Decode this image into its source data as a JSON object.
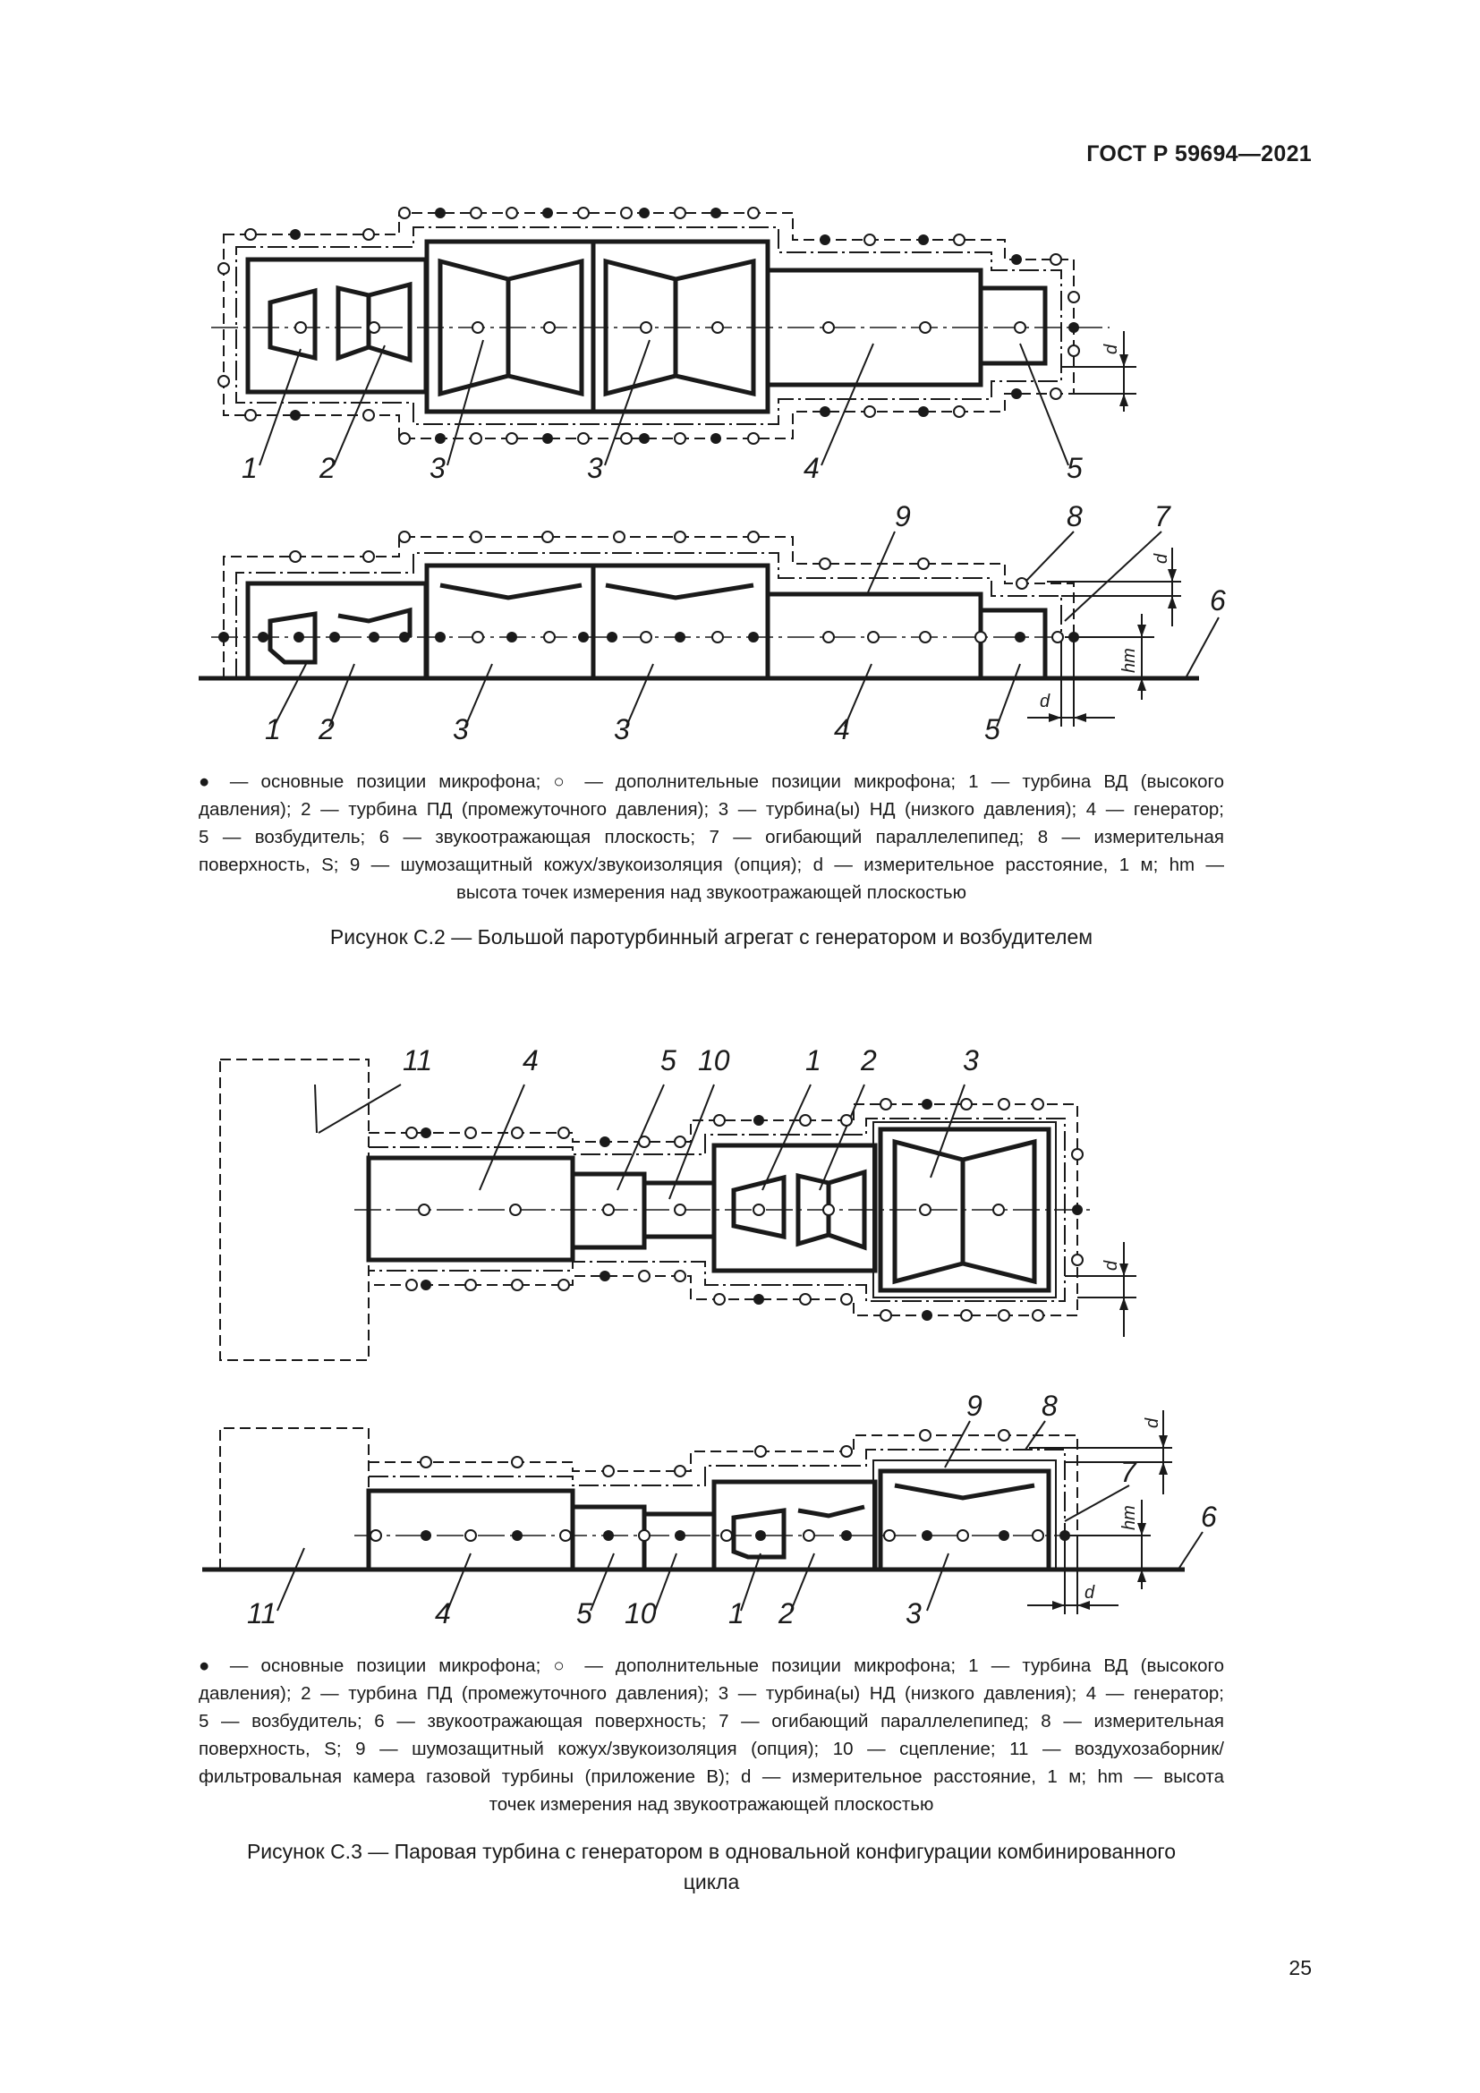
{
  "header": {
    "doc_code": "ГОСТ Р 59694—2021"
  },
  "figure_c2": {
    "top_labels": [
      "1",
      "2",
      "3",
      "3",
      "4",
      "5"
    ],
    "side_labels": [
      "1",
      "2",
      "3",
      "3",
      "4",
      "5",
      "9",
      "8",
      "7",
      "6"
    ],
    "dim_d": "d",
    "dim_hm": "hm",
    "legend_lines": [
      "● — основные позиции микрофона; ○ — дополнительные позиции микрофона; 1 — турбина ВД (высокого",
      "давления); 2 — турбина ПД (промежуточного давления); 3 — турбина(ы) НД (низкого давления); 4 — генератор;",
      "5 — возбудитель; 6 — звукоотражающая плоскость; 7 — огибающий параллелепипед; 8 — измерительная",
      "поверхность, S; 9 — шумозащитный кожух/звукоизоляция (опция); d — измерительное расстояние, 1 м; hm —",
      "высота точек измерения над звукоотражающей плоскостью"
    ],
    "caption": "Рисунок С.2  — Большой паротурбинный агрегат с генератором и возбудителем"
  },
  "figure_c3": {
    "top_labels": [
      "11",
      "4",
      "5",
      "10",
      "1",
      "2",
      "3"
    ],
    "side_labels": [
      "11",
      "4",
      "5",
      "10",
      "1",
      "2",
      "3",
      "9",
      "8",
      "7",
      "6"
    ],
    "dim_d": "d",
    "dim_hm": "hm",
    "legend_lines": [
      "● — основные позиции микрофона; ○ — дополнительные позиции микрофона; 1 — турбина ВД (высокого",
      "давления); 2 — турбина ПД (промежуточного давления); 3 — турбина(ы) НД (низкого давления); 4 — генератор;",
      "5 — возбудитель; 6 — звукоотражающая поверхность; 7 — огибающий параллелепипед; 8 — измерительная",
      "поверхность, S; 9 — шумозащитный кожух/звукоизоляция (опция); 10 — сцепление; 11 — воздухозаборник/",
      "фильтровальная камера газовой турбины (приложение В); d — измерительное расстояние, 1 м; hm — высота",
      "точек измерения над звукоотражающей плоскостью"
    ],
    "caption_line1": "Рисунок С.3 — Паровая турбина с генератором в одновальной конфигурации комбинированного",
    "caption_line2": "цикла"
  },
  "page_number": "25"
}
